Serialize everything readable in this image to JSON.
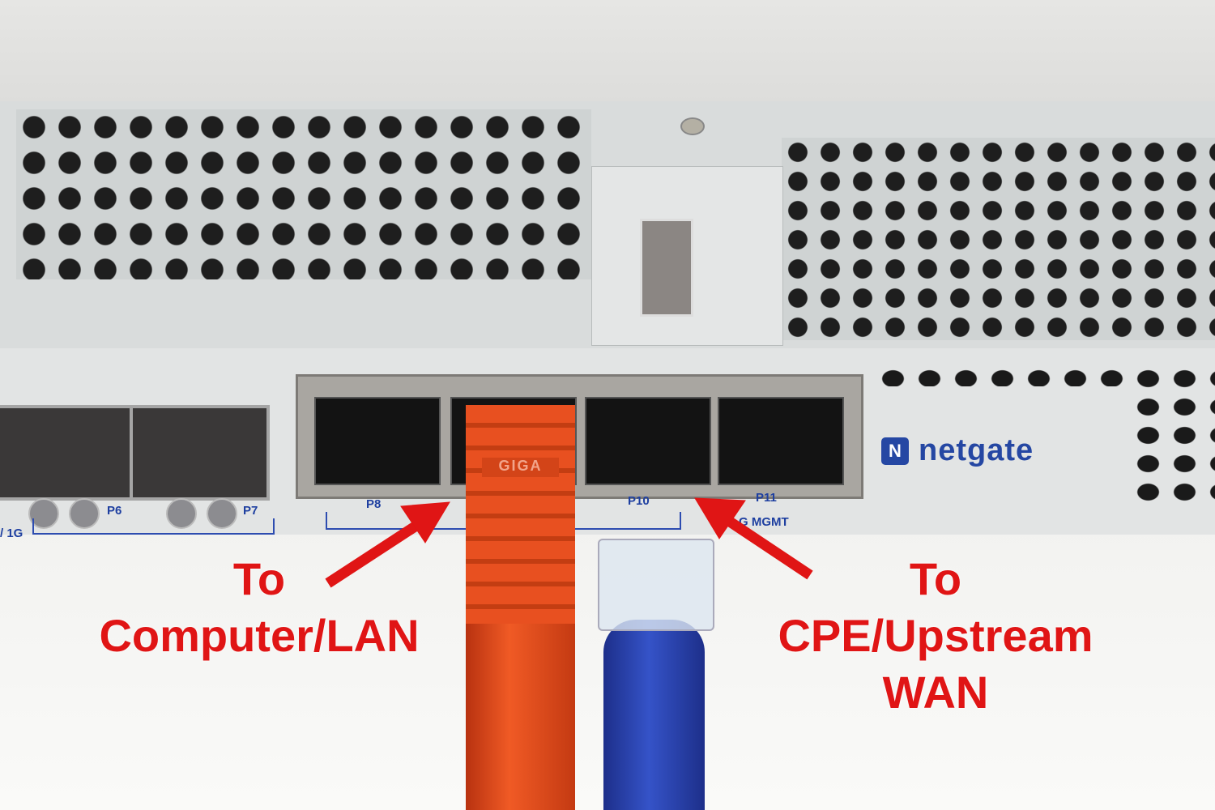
{
  "device": {
    "brand": "netgate",
    "port_labels": [
      "P6",
      "P7",
      "P8",
      "P10",
      "P11"
    ],
    "sfp_speed_label": "/ 1G",
    "mgmt_label": "G MGMT",
    "cable_print": "GIGA"
  },
  "annotations": {
    "left": {
      "line1": "To",
      "line2": "Computer/LAN"
    },
    "right": {
      "line1": "To",
      "line2": "CPE/Upstream",
      "line3": "WAN"
    },
    "arrow_color": "#e01515"
  },
  "colors": {
    "annotation_text": "#e01515",
    "brand": "#2547a3",
    "lan_cable": "#f05a25",
    "wan_cable": "#3553c8"
  }
}
